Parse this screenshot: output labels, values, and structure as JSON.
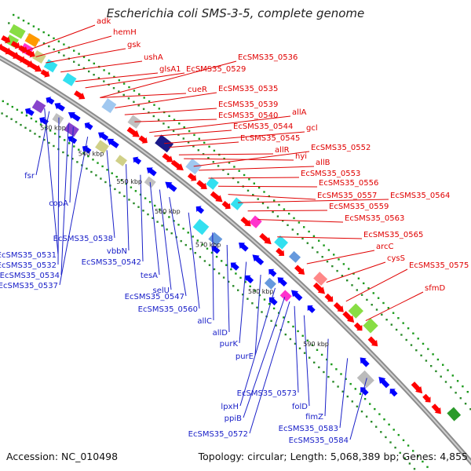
{
  "title": "Escherichia coli SMS-3-5, complete genome",
  "footer": {
    "accession": "Accession: NC_010498",
    "topology": "Topology: circular; Length: 5,068,389 bp; Genes: 4,855"
  },
  "scale_ticks": [
    "530 kbp",
    "540 kbp",
    "550 kbp",
    "560 kbp",
    "570 kbp",
    "580 kbp",
    "590 kbp"
  ],
  "forward_genes": [
    "adk",
    "hemH",
    "gsk",
    "ushA",
    "glsA1",
    "EcSMS35_0529",
    "EcSMS35_0536",
    "cueR",
    "EcSMS35_0535",
    "EcSMS35_0539",
    "EcSMS35_0540",
    "allA",
    "EcSMS35_0544",
    "gcl",
    "EcSMS35_0545",
    "allR",
    "hyi",
    "EcSMS35_0552",
    "allB",
    "EcSMS35_0553",
    "EcSMS35_0556",
    "EcSMS35_0557",
    "EcSMS35_0564",
    "EcSMS35_0559",
    "EcSMS35_0563",
    "EcSMS35_0565",
    "arcC",
    "cysS",
    "EcSMS35_0575",
    "sfmD"
  ],
  "reverse_genes": [
    "fsr",
    "copA",
    "EcSMS35_0538",
    "EcSMS35_0531",
    "vbbN",
    "EcSMS35_0532",
    "EcSMS35_0534",
    "EcSMS35_0542",
    "EcSMS35_0537",
    "tesA",
    "selU",
    "EcSMS35_0547",
    "EcSMS35_0560",
    "allC",
    "allD",
    "purK",
    "purE",
    "EcSMS35_0573",
    "lpxH",
    "folD",
    "ppiB",
    "fimZ",
    "EcSMS35_0572",
    "EcSMS35_0583",
    "EcSMS35_0584"
  ],
  "colors": {
    "forward_cds": "#ff0000",
    "reverse_cds": "#0000ff",
    "forward_label": "#e00000",
    "reverse_label": "#1a20c8",
    "backbone": "#8c8c8c",
    "gc_skew": "#1a9a1a"
  }
}
